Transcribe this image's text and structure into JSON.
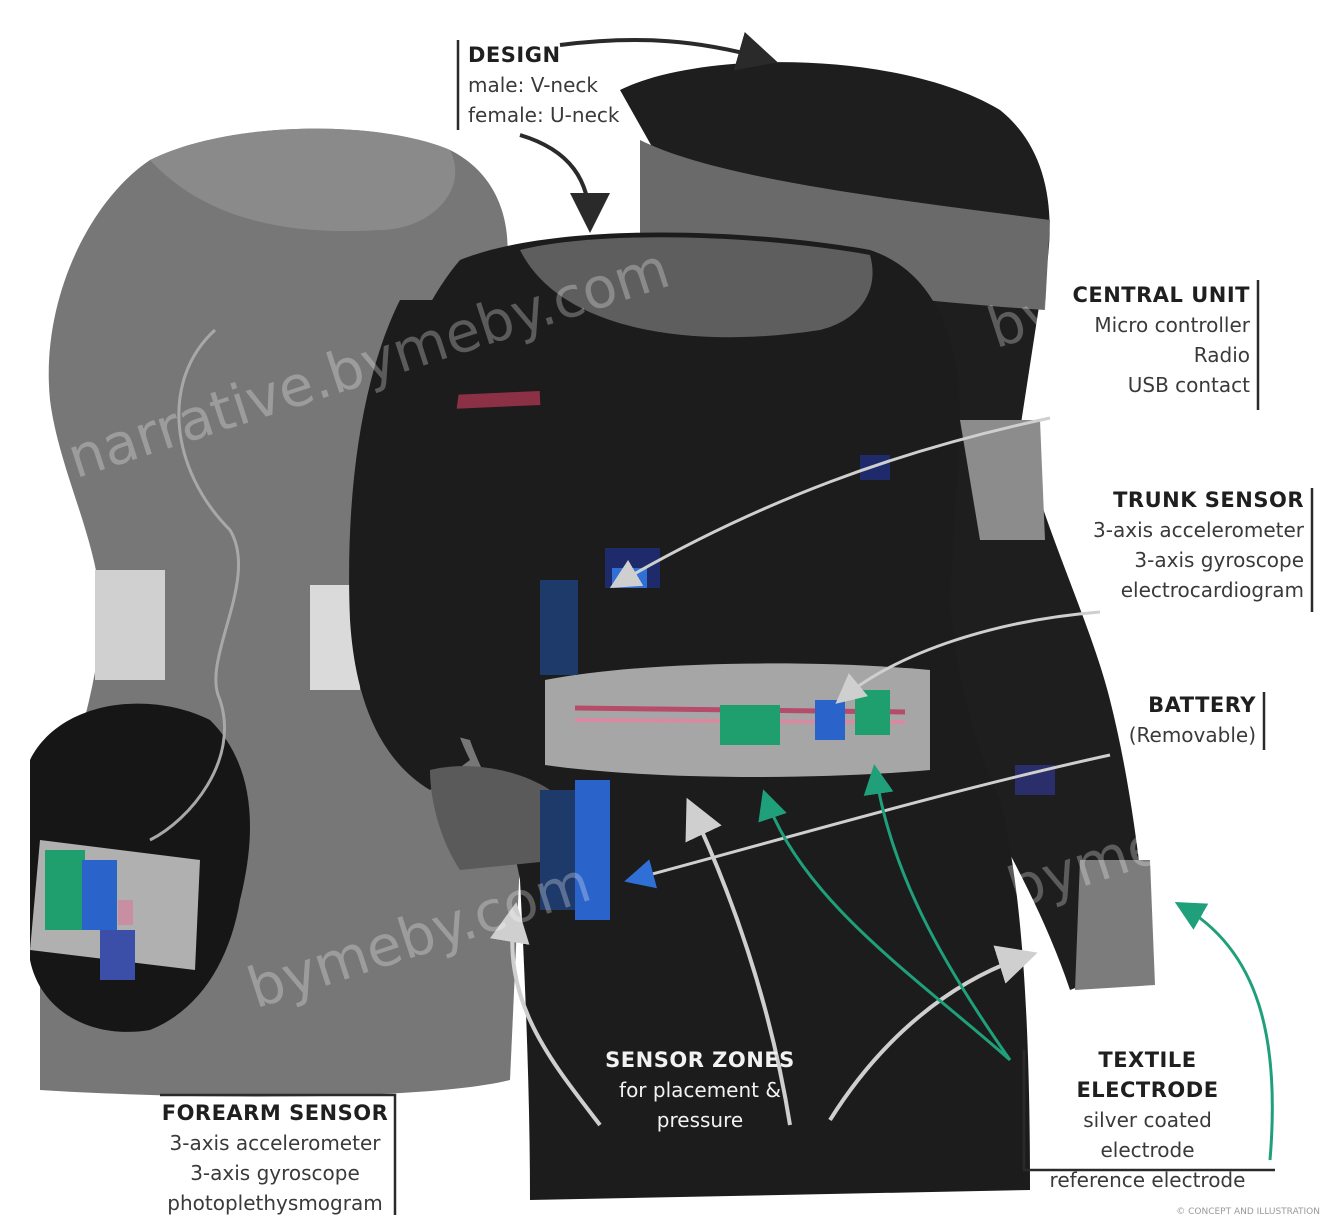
{
  "labels": {
    "design": {
      "title": "DESIGN",
      "lines": [
        "male: V-neck",
        "female: U-neck"
      ]
    },
    "central_unit": {
      "title": "CENTRAL UNIT",
      "lines": [
        "Micro controller",
        "Radio",
        "USB contact"
      ]
    },
    "trunk_sensor": {
      "title": "TRUNK SENSOR",
      "lines": [
        "3-axis accelerometer",
        "3-axis gyroscope",
        "electrocardiogram"
      ]
    },
    "battery": {
      "title": "BATTERY",
      "lines": [
        "(Removable)"
      ]
    },
    "forearm_sensor": {
      "title": "FOREARM SENSOR",
      "lines": [
        "3-axis accelerometer",
        "3-axis gyroscope",
        "photoplethysmogram"
      ]
    },
    "sensor_zones": {
      "title": "SENSOR ZONES",
      "lines": [
        "for placement &",
        "pressure"
      ]
    },
    "textile_electrode": {
      "title": "TEXTILE ELECTRODE",
      "lines": [
        "silver coated",
        "electrode",
        "reference electrode"
      ]
    }
  },
  "watermarks": [
    "narrative.bymeby.com",
    "bymeby.com",
    "bymeby.com",
    "bymeby.com"
  ],
  "credit": "© CONCEPT AND ILLUSTRATION",
  "colors": {
    "garment_front": "#1c1c1c",
    "garment_back": "#747474",
    "garment_dark_back": "#161616",
    "belt": "#a6a6a6",
    "sensor_blue": "#2a63c9",
    "sensor_green": "#1f9e6e",
    "sensor_navy": "#1f2a6b",
    "wire_red": "#8c3046",
    "arrow_grey": "#cfcfcf",
    "arrow_green": "#1fa07a",
    "label_text": "#1f1f1f"
  }
}
